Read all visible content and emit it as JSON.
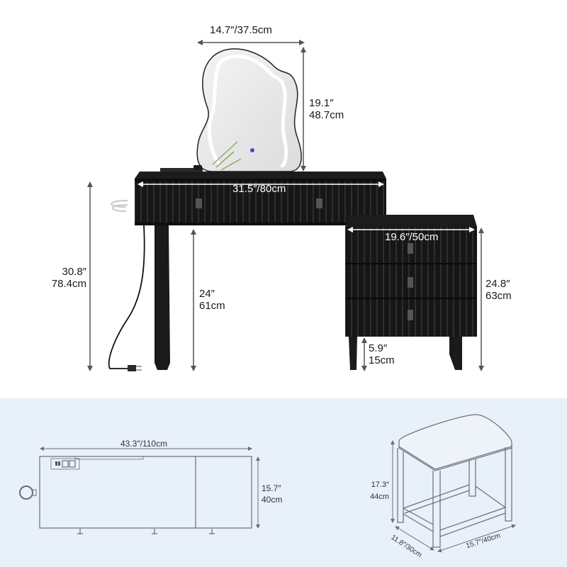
{
  "vanity": {
    "mirror": {
      "width": "14.7″/37.5cm",
      "height_in": "19.1″",
      "height_cm": "48.7cm"
    },
    "desk": {
      "width": "31.5″/80cm",
      "total_height_in": "30.8″",
      "total_height_cm": "78.4cm",
      "leg_height_in": "24″",
      "leg_height_cm": "61cm"
    },
    "cabinet": {
      "width": "19.6″/50cm",
      "height_in": "24.8″",
      "height_cm": "63cm",
      "clearance_in": "5.9″",
      "clearance_cm": "15cm"
    }
  },
  "top_view": {
    "total_width": "43.3″/110cm",
    "depth_in": "15.7″",
    "depth_cm": "40cm"
  },
  "stool": {
    "height_in": "17.3″",
    "height_cm": "44cm",
    "depth": "11.8″/30cm",
    "width": "15.7″/40cm"
  },
  "colors": {
    "furniture": "#1a1a1a",
    "dimension_line": "#555555",
    "bottom_bg": "#e8f0fa",
    "drawing_line": "#6b6f75"
  }
}
